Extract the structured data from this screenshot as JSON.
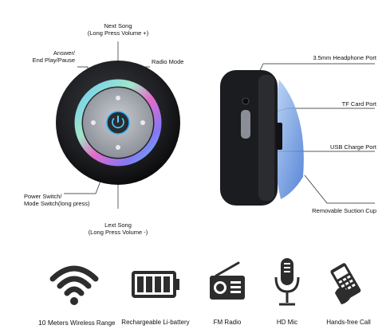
{
  "callouts": {
    "next_song": "Next Song",
    "next_song_sub": "(Long Press Volume +)",
    "answer": "Answer/",
    "answer_sub": "End Play/Pause",
    "radio_mode": "Radio Mode",
    "power_switch": "Power Switch/",
    "power_switch_sub": "Mode Switch(long press)",
    "last_song": "Lext Song",
    "last_song_sub": "(Long Press Volume -)",
    "headphone_port": "3.5mm Headphone Port",
    "tf_card_port": "TF Card Port",
    "usb_charge_port": "USB Charge Port",
    "suction_cup": "Removable Suction Cup"
  },
  "features": [
    {
      "icon": "wifi-icon",
      "lead": "10 Meters",
      "label": "Wireless Range"
    },
    {
      "icon": "battery-icon",
      "label": "Rechargeable Li-battery"
    },
    {
      "icon": "radio-icon",
      "label": "FM Radio"
    },
    {
      "icon": "microphone-icon",
      "label": "HD Mic"
    },
    {
      "icon": "phone-in-hand-icon",
      "label": "Hands-free Call"
    }
  ]
}
